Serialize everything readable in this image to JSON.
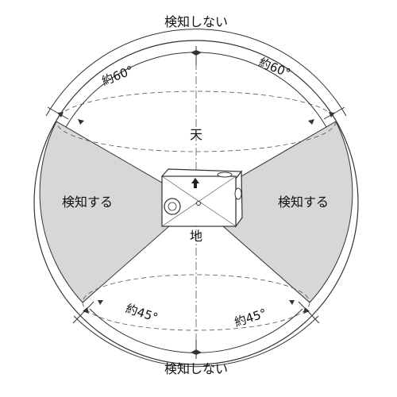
{
  "labels": {
    "no_detect": "検知しない",
    "detect": "検知する",
    "sky": "天",
    "ground": "地",
    "angle_upper": "約60°",
    "angle_lower": "約45°"
  },
  "colors": {
    "detection_zone": "#d7d7d7",
    "line": "#333333"
  }
}
